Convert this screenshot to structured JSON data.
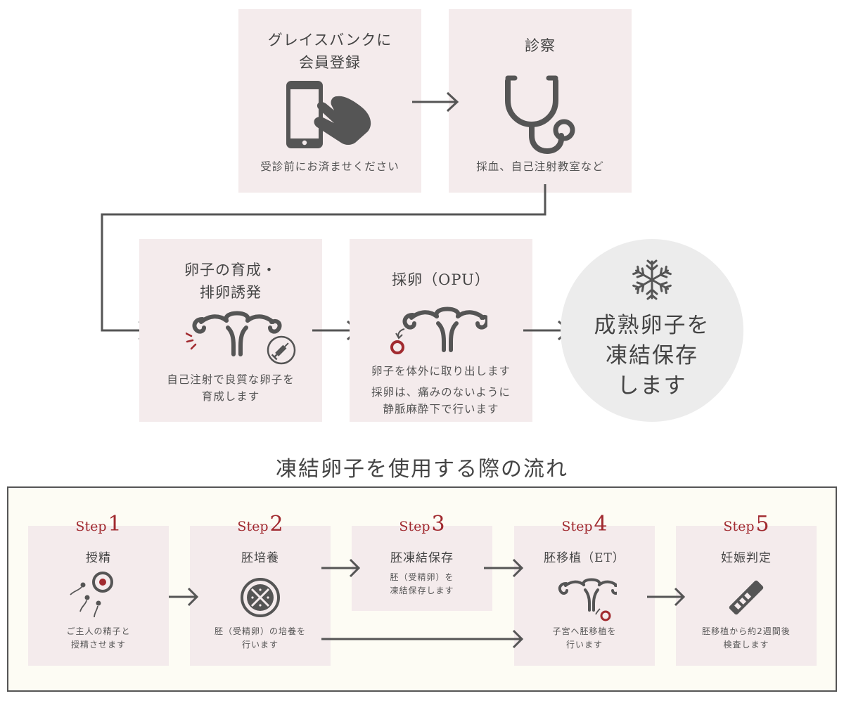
{
  "flow": {
    "steps": [
      {
        "title": [
          "グレイスバンクに",
          "会員登録"
        ],
        "desc": [
          "受診前にお済ませください"
        ],
        "icon": "smartphone-tap-icon"
      },
      {
        "title": [
          "診察"
        ],
        "desc": [
          "採血、自己注射教室など"
        ],
        "icon": "stethoscope-icon"
      },
      {
        "title": [
          "卵子の育成・",
          "排卵誘発"
        ],
        "desc": [
          "自己注射で良質な卵子を",
          "育成します"
        ],
        "icon": "uterus-stimulation-icon"
      },
      {
        "title": [
          "採卵（OPU）"
        ],
        "desc": [
          "卵子を体外に取り出します",
          "採卵は、痛みのないように",
          "静脈麻酔下で行います"
        ],
        "icon": "uterus-egg-retrieval-icon"
      }
    ],
    "final": {
      "lines": [
        "成熟卵子を",
        "凍結保存",
        "します"
      ],
      "icon": "snowflake-icon"
    }
  },
  "usage": {
    "title": "凍結卵子を使用する際の流れ",
    "step_word": "Step",
    "steps": [
      {
        "num": "1",
        "title": "授精",
        "desc": [
          "ご主人の精子と",
          "授精させます"
        ],
        "icon": "fertilization-icon"
      },
      {
        "num": "2",
        "title": "胚培養",
        "desc": [
          "胚（受精卵）の培養を",
          "行います"
        ],
        "icon": "embryo-culture-icon"
      },
      {
        "num": "3",
        "title": "胚凍結保存",
        "desc": [
          "胚（受精卵）を",
          "凍結保存します"
        ],
        "icon": ""
      },
      {
        "num": "4",
        "title": "胚移植（ET）",
        "desc": [
          "子宮へ胚移植を",
          "行います"
        ],
        "icon": "embryo-transfer-icon"
      },
      {
        "num": "5",
        "title": "妊娠判定",
        "desc": [
          "胚移植から約2週間後",
          "検査します"
        ],
        "icon": "pregnancy-test-icon"
      }
    ]
  },
  "colors": {
    "box_bg": "#f4ebec",
    "circle_bg": "#ececec",
    "panel_bg": "#fdfcf4",
    "accent_red": "#a12a2f",
    "icon_gray": "#555555"
  }
}
